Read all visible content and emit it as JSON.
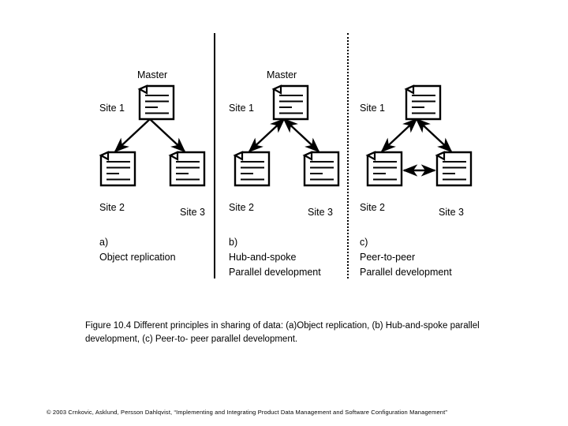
{
  "slide": {
    "figure_caption": "Figure 10.4 Different principles in sharing of data: (a)Object replication, (b) Hub-and-spoke parallel development, (c) Peer-to- peer parallel development.",
    "copyright": "© 2003 Crnkovic, Asklund, Persson Dahlqvist, “Implementing and Integrating Product Data Management and Software Configuration Management”",
    "ink_color": "#000000",
    "background_color": "#ffffff"
  },
  "dividers": [
    {
      "name": "divider-solid",
      "style": "solid"
    },
    {
      "name": "divider-dotted",
      "style": "dotted"
    }
  ],
  "panels": [
    {
      "id": "a",
      "master_label": "Master",
      "site1_label": "Site 1",
      "site2_label": "Site 2",
      "site3_label": "Site 3",
      "caption_letter": "a)",
      "caption_line1": "Object replication",
      "caption_line2": "",
      "arrows": [
        {
          "name": "arrow-site1-to-site2",
          "direction": "one-way",
          "from": "Site 1",
          "to": "Site 2"
        },
        {
          "name": "arrow-site1-to-site3",
          "direction": "one-way",
          "from": "Site 1",
          "to": "Site 3"
        }
      ]
    },
    {
      "id": "b",
      "master_label": "Master",
      "site1_label": "Site 1",
      "site2_label": "Site 2",
      "site3_label": "Site 3",
      "caption_letter": "b)",
      "caption_line1": "Hub-and-spoke",
      "caption_line2": "Parallel development",
      "arrows": [
        {
          "name": "arrow-site1-site2",
          "direction": "two-way",
          "from": "Site 1",
          "to": "Site 2"
        },
        {
          "name": "arrow-site1-site3",
          "direction": "two-way",
          "from": "Site 1",
          "to": "Site 3"
        }
      ]
    },
    {
      "id": "c",
      "master_label": "",
      "site1_label": "Site 1",
      "site2_label": "Site 2",
      "site3_label": "Site 3",
      "caption_letter": "c)",
      "caption_line1": "Peer-to-peer",
      "caption_line2": "Parallel development",
      "arrows": [
        {
          "name": "arrow-site1-site2",
          "direction": "two-way",
          "from": "Site 1",
          "to": "Site 2"
        },
        {
          "name": "arrow-site1-site3",
          "direction": "two-way",
          "from": "Site 1",
          "to": "Site 3"
        },
        {
          "name": "arrow-site2-site3",
          "direction": "two-way",
          "from": "Site 2",
          "to": "Site 3"
        }
      ]
    }
  ]
}
